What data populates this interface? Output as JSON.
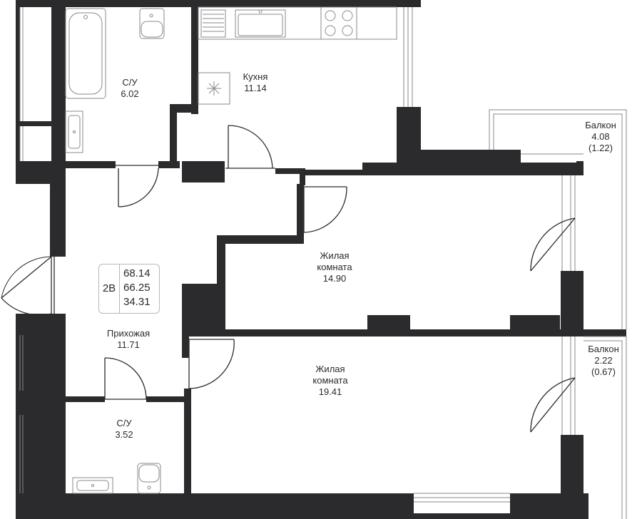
{
  "apartment": {
    "type": "2В",
    "areas": [
      "68.14",
      "66.25",
      "34.31"
    ]
  },
  "rooms": {
    "bathroom_top": {
      "name": "С/У",
      "area": "6.02"
    },
    "kitchen": {
      "name": "Кухня",
      "area": "11.14"
    },
    "balcony_top": {
      "name": "Балкон",
      "area": "4.08",
      "reduced": "(1.22)"
    },
    "living_1": {
      "name_line1": "Жилая",
      "name_line2": "комната",
      "area": "14.90"
    },
    "hallway": {
      "name": "Прихожая",
      "area": "11.71"
    },
    "balcony_bottom": {
      "name": "Балкон",
      "area": "2.22",
      "reduced": "(0.67)"
    },
    "living_2": {
      "name_line1": "Жилая",
      "name_line2": "комната",
      "area": "19.41"
    },
    "bathroom_bottom": {
      "name": "С/У",
      "area": "3.52"
    }
  },
  "colors": {
    "wall": "#2b2b2e",
    "fixture": "#8a8a8a",
    "text": "#2a2a2a"
  }
}
